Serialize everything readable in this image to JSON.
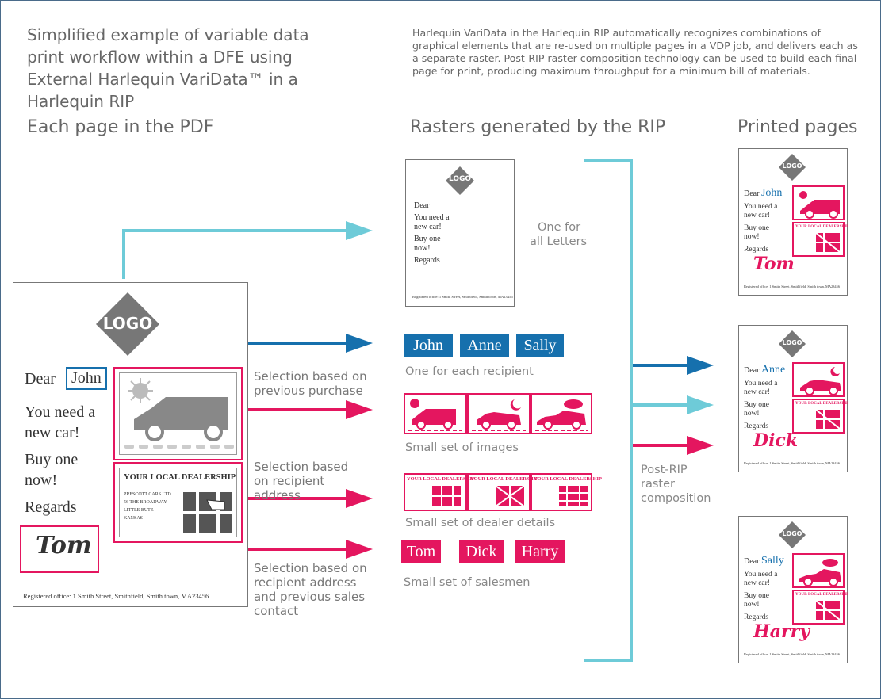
{
  "title": "Simplified example of variable data print workflow within a DFE using External Harlequin VariData™ in a Harlequin RIP",
  "description": "Harlequin VariData in the Harlequin RIP automatically recognizes combinations of graphical elements that are re-used on multiple pages in a VDP job, and delivers each as a separate raster. Post-RIP raster composition technology can be used to build each final page for print, producing maximum throughput for a minimum bill of materials.",
  "headings": {
    "pdf": "Each page in the PDF",
    "rasters": "Rasters generated by the RIP",
    "printed": "Printed pages"
  },
  "pdf_page": {
    "logo": "LOGO",
    "dear": "Dear",
    "name": "John",
    "line1": "You need a",
    "line2": "new car!",
    "line3": "Buy one",
    "line4": "now!",
    "regards": "Regards",
    "signature": "Tom",
    "footer": "Registered office: 1 Smith Street, Smithfield, Smith town, MA23456",
    "dealer_title": "YOUR LOCAL DEALERSHIP",
    "dealer_lines": [
      "PRESCOTT CARS LTD",
      "56 THE BROADWAY",
      "LITTLE BUTE",
      "KANSAS"
    ]
  },
  "selection_labels": {
    "purchase": "Selection based on previous purchase",
    "address": "Selection based on recipient address",
    "sales": "Selection based on recipient address and previous sales contact"
  },
  "rasters": {
    "letter": {
      "logo": "LOGO",
      "dear": "Dear",
      "line1": "You need a",
      "line2": "new car!",
      "line3": "Buy one",
      "line4": "now!",
      "regards": "Regards",
      "footer": "Registered office: 1 Smith Street, Smithfield, Smith town, MA23456",
      "caption_1": "One for",
      "caption_2": "all Letters"
    },
    "names": [
      "John",
      "Anne",
      "Sally"
    ],
    "names_caption": "One for each recipient",
    "images_caption": "Small set of images",
    "dealer_title": "YOUR LOCAL DEALERSHIP",
    "dealers_caption": "Small set of dealer details",
    "salesmen": [
      "Tom",
      "Dick",
      "Harry"
    ],
    "salesmen_caption": "Small set of salesmen"
  },
  "composition_label": "Post-RIP raster composition",
  "printed_pages": [
    {
      "logo": "LOGO",
      "dear": "Dear",
      "name": "John",
      "line1": "You need a",
      "line2": "new car!",
      "line3": "Buy one",
      "line4": "now!",
      "regards": "Regards",
      "signature": "Tom",
      "dealer_title": "YOUR LOCAL DEALERSHIP",
      "footer": "Registered office: 1 Smith Street, Smithfield, Smith town, MA23456"
    },
    {
      "logo": "LOGO",
      "dear": "Dear",
      "name": "Anne",
      "line1": "You need a",
      "line2": "new car!",
      "line3": "Buy one",
      "line4": "now!",
      "regards": "Regards",
      "signature": "Dick",
      "dealer_title": "YOUR LOCAL DEALERSHIP",
      "footer": "Registered office: 1 Smith Street, Smithfield, Smith town, MA23456"
    },
    {
      "logo": "LOGO",
      "dear": "Dear",
      "name": "Sally",
      "line1": "You need a",
      "line2": "new car!",
      "line3": "Buy one",
      "line4": "now!",
      "regards": "Regards",
      "signature": "Harry",
      "dealer_title": "YOUR LOCAL DEALERSHIP",
      "footer": "Registered office: 1 Smith Street, Smithfield, Smith town, MA23456"
    }
  ],
  "colors": {
    "cyan": "#6ecbd8",
    "blue": "#1670ad",
    "pink": "#e4165f",
    "gray": "#777777"
  }
}
